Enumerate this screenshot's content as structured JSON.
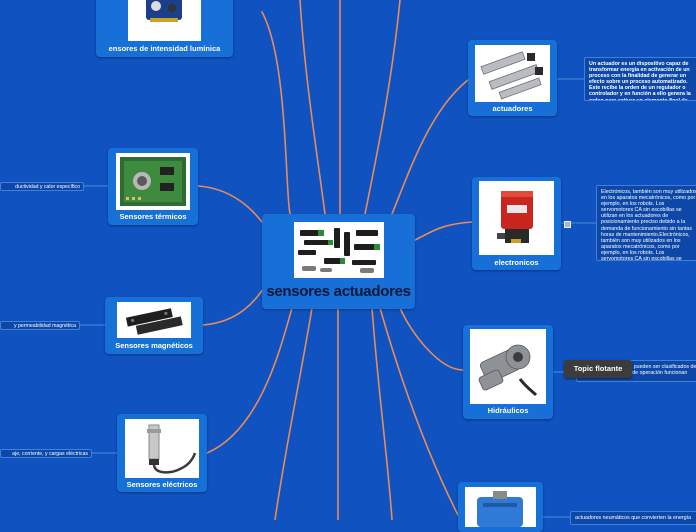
{
  "central": {
    "title": "sensores actuadores"
  },
  "left_topics": [
    {
      "id": "luminica",
      "label": "ensores de intensidad lumínica",
      "note": ""
    },
    {
      "id": "termicos",
      "label": "Sensores térmicos",
      "note": "ductividad y calor específico"
    },
    {
      "id": "magneticos",
      "label": "Sensores magnéticos",
      "note": "y permeabilidad magnética"
    },
    {
      "id": "electricos",
      "label": "Sensores eléctricos",
      "note": "aje, corriente, y cargas eléctricas"
    }
  ],
  "right_topics": [
    {
      "id": "actuadores",
      "label": "actuadores",
      "note": "Un actuador es un dispositivo capaz de transformar energía en activación de un proceso con la finalidad de generar un efecto sobre un proceso automatizado. Este recibe la orden de un regulador o controlador y en función a ello genera la orden para activar un elemento final de control como por ejemplo, una válvula."
    },
    {
      "id": "electronicos",
      "label": "electronicos",
      "note": "Electrónicos, también son muy utilizados en los aparatos mecatrónicos, como por ejemplo, en los robots. Los servomotores CA sin escobillas se utilizan en los actuadores de posicionamiento preciso debido a la demanda de funcionamiento sin tantas horas de mantenimiento.Electrónicos, también son muy utilizados en los aparatos mecatrónicos, como por ejemplo, en los robots. Los servomotores CA sin escobillas se utilizan en el futuro como actuadores de posicionamiento preciso debido a la demanda de funcionamiento sin tantas horas de mantenimiento."
    },
    {
      "id": "hidraulicos",
      "label": "Hidráulicos",
      "note": "de mayor antigüedad, pueden ser clasificados de acuerdo con la forma de operación funcionan"
    },
    {
      "id": "neumaticos",
      "label": "",
      "note": "actuadores neumáticos que convierten la energía"
    }
  ],
  "floating_topic": {
    "label": "Topic flotante"
  },
  "colors": {
    "background": "#0f52c0",
    "node": "#1670d8",
    "connector": "#e98c57",
    "trunk": "#e98c57"
  }
}
